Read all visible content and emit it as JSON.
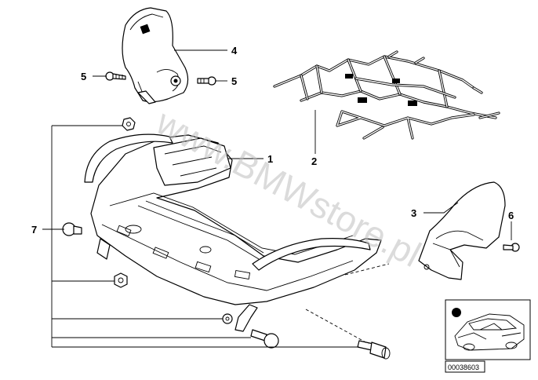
{
  "callouts": {
    "c1": "1",
    "c2": "2",
    "c3": "3",
    "c4": "4",
    "c5a": "5",
    "c5b": "5",
    "c6": "6",
    "c7": "7"
  },
  "watermark": "www.BMWstore.pl",
  "diagram_code": "00038603"
}
